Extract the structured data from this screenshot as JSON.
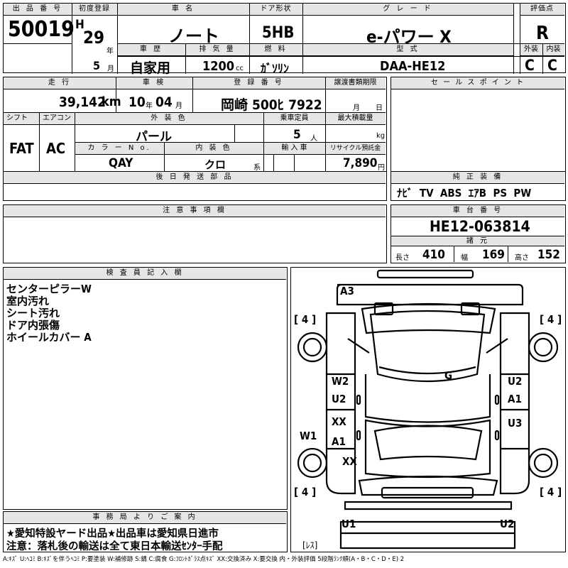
{
  "headers": {
    "lot": "出 品 番 号",
    "first_reg": "初度登録",
    "car_name": "車 名",
    "door": "ドア形状",
    "grade": "グ レ ー ド",
    "score": "評価点",
    "history": "車 歴",
    "displacement": "排 気 量",
    "fuel": "燃 料",
    "model": "型 式",
    "exterior": "外装",
    "interior": "内装",
    "mileage": "走 行",
    "inspection": "車 検",
    "reg_no": "登 録 番 号",
    "transfer": "譲渡書類期限",
    "shift": "シフト",
    "ac": "エアコン",
    "ext_color": "外 装 色",
    "capacity": "乗車定員",
    "max_load": "最大積載量",
    "color_no": "カ ラ ー N o.",
    "int_color": "内 装 色",
    "import": "輸 入 車",
    "recycle": "リサイクル預託金",
    "later_parts": "後 日 発 送 部 品",
    "notes": "注 意 事 項 欄",
    "sales_point": "セ ー ル ス ポ イ ン ト",
    "equipment": "純 正 装 備",
    "chassis": "車 台 番 号",
    "specs": "諸 元",
    "inspector": "検 査 員 記 入 欄",
    "office": "事 務 局 よ り ご 案 内"
  },
  "lot_no": "50019",
  "era": "H",
  "year": "29",
  "year_unit": "年",
  "month": "5",
  "month_unit": "月",
  "car_name": "ノート",
  "door_type": "5HB",
  "grade": "e-パワー X",
  "score": "R",
  "history": "自家用",
  "displacement": "1200",
  "displacement_unit": "cc",
  "fuel": "ｶﾞｿﾘﾝ",
  "model_code": "DAA-HE12",
  "exterior_grade": "C",
  "interior_grade": "C",
  "mileage": "39,142",
  "mileage_unit": "km",
  "inspection_year": "10",
  "inspection_year_unit": "年",
  "inspection_month": "04",
  "inspection_month_unit": "月",
  "reg_number": "岡崎 500ﾋ 7922",
  "transfer_month_unit": "月",
  "transfer_day_unit": "日",
  "shift": "FAT",
  "ac": "AC",
  "ext_color": "パール",
  "capacity": "5",
  "capacity_unit": "人",
  "load_unit": "kg",
  "color_no": "QAY",
  "int_color": "クロ",
  "int_color_unit": "系",
  "recycle_fee": "7,890",
  "recycle_unit": "円",
  "equipment": "ﾅﾋﾞ  TV  ABS  ｴｱB  PS  PW",
  "chassis_no": "HE12-063814",
  "length_label": "長さ",
  "length": "410",
  "width_label": "幅",
  "width": "169",
  "height_label": "高さ",
  "height": "152",
  "inspector_notes": [
    "センターピラーW",
    "室内汚れ",
    "シート汚れ",
    "ドア内張傷",
    "ホイールカバー A"
  ],
  "office_notes": [
    "★愛知特設ヤード出品★出品車は愛知県日進市",
    "注意：落札後の輸送は全て東日本輸送ｾﾝﾀｰ手配"
  ],
  "tread": {
    "fl": "4",
    "fr": "4",
    "rl": "4",
    "rr": "4"
  },
  "spare_label": "[ﾚｽ]",
  "damage_marks": [
    "A3",
    "G",
    "W2",
    "U2",
    "U2",
    "A1",
    "XX",
    "A1",
    "U3",
    "W1",
    "XX",
    "U1",
    "U2"
  ],
  "legend": "A:ｷｽﾞ  U:ﾍｺﾐ  B:ｷｽﾞを伴うﾍｺﾐ  P:要塗装  W:補修跡  S:錆  C:腐食  G:ﾌﾛﾝﾄｶﾞﾗｽ点ｷｽﾞ  XX:交換済み  X:要交換   内・外装評価  5段階ﾗﾝｸ順(A・B・C・D・E) 2"
}
